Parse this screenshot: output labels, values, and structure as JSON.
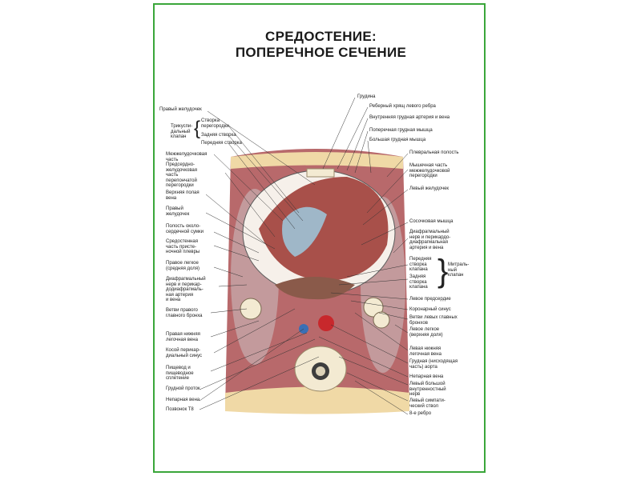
{
  "title": {
    "line1": "СРЕДОСТЕНИЕ:",
    "line2": "ПОПЕРЕЧНОЕ СЕЧЕНИЕ"
  },
  "labels_left": [
    "Правый желудочек",
    "Трикуспи-\nдальный\nклапан",
    "Створка\nперегородки",
    "Задняя створка",
    "Передняя створка",
    "Межжелудочковая\nчасть",
    "Предсердно-\nжелудочковая\nчасть\nперепончатой\nперегородки",
    "Верхняя полая\nвена",
    "Правый\nжелудочек",
    "Полость около-\nсердечной сумки",
    "Средостенная\nчасть присте-\nночной плевры",
    "Правое легкое\n(средняя доля)",
    "Диафрагмальный\nнерв и перикар-\nдодиафрагмаль-\nная артерия\nи вена",
    "Ветви правого\nглавного бронха",
    "Правая нижняя\nлегочная вена",
    "Косой перикар-\nдиальный синус",
    "Пищевод и\nпищеводное\nсплетение",
    "Грудной проток",
    "Непарная вена",
    "Позвонок T8"
  ],
  "labels_right": [
    "Грудина",
    "Реберный хрящ левого ребра",
    "Внутренняя грудная артерия и вена",
    "Поперечная грудная мышца",
    "Большая грудная мышца",
    "Плевральная полость",
    "Мышечная часть\nмежжелудочковой\nперегородки",
    "Левый желудочек",
    "Сосочковая мышца",
    "Диафрагмальный\nнерв и перикардо-\nдиафрагмальная\nартерия и вена",
    "Передняя\nстворка\nклапана",
    "Задняя\nстворка\nклапана",
    "Митраль-\nный\nклапан",
    "Левое предсердие",
    "Коронарный синус",
    "Ветви левых главных\nбронхов",
    "Левое легкое\n(верхняя доля)",
    "Левая нижняя\nлегочная вена",
    "Грудная (нисходящая\nчасть) аорта",
    "Непарная вена",
    "Левый большой\nвнутренностный\nнерв",
    "Левый симпати-\nческий ствол",
    "8-е ребро"
  ],
  "colors": {
    "frame": "#3aa63a",
    "muscle": "#b8696b",
    "fat": "#f0d9a6",
    "heart": "#a8504a",
    "lung": "#c39a9c",
    "bone": "#f3ead2",
    "aorta": "#c8282c",
    "lines": "#333333"
  }
}
